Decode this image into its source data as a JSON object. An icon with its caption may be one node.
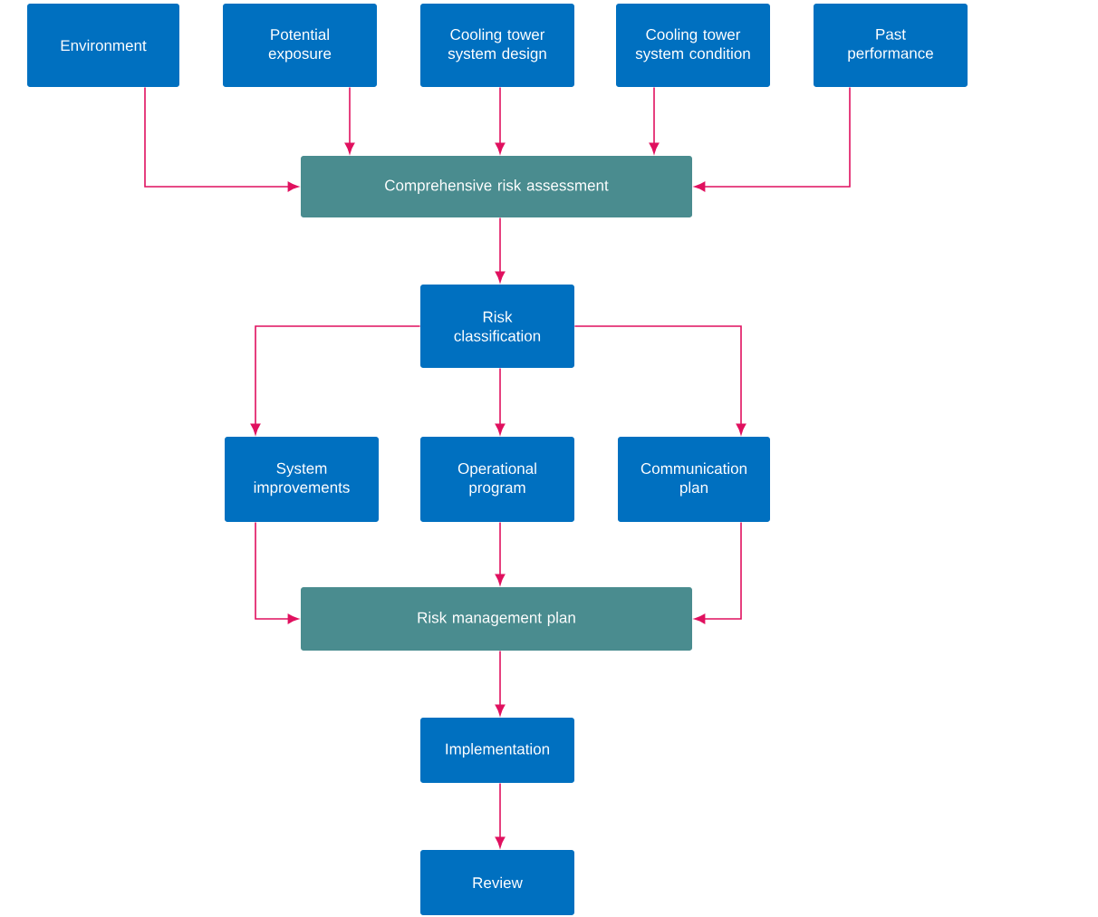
{
  "diagram": {
    "nodes": [
      {
        "text": [
          "Environment"
        ]
      },
      {
        "text": [
          "Potential exposure"
        ]
      },
      {
        "text": [
          "Cooling tower system design"
        ]
      },
      {
        "text": [
          "Cooling tower system condition"
        ]
      },
      {
        "text": [
          "Past performance"
        ]
      },
      {
        "text": [
          "Comprehensive risk assessment"
        ]
      },
      {
        "text": [
          "Risk classification"
        ]
      },
      {
        "text": [
          "System improvements"
        ]
      },
      {
        "text": [
          "Operational program"
        ]
      },
      {
        "text": [
          "Communication plan"
        ]
      },
      {
        "text": [
          "Risk management plan"
        ]
      },
      {
        "text": [
          "Implementation"
        ]
      },
      {
        "text": [
          "Review"
        ]
      }
    ],
    "edges": [
      {
        "from": 0,
        "to": 5,
        "arrow": "to"
      },
      {
        "from": 1,
        "to": 5,
        "arrow": "to"
      },
      {
        "from": 2,
        "to": 5,
        "arrow": "to"
      },
      {
        "from": 3,
        "to": 5,
        "arrow": "to"
      },
      {
        "from": 4,
        "to": 5,
        "arrow": "to"
      },
      {
        "from": 5,
        "to": 6,
        "arrow": "to"
      },
      {
        "from": 6,
        "to": 7,
        "arrow": "to"
      },
      {
        "from": 6,
        "to": 8,
        "arrow": "to"
      },
      {
        "from": 6,
        "to": 9,
        "arrow": "to"
      },
      {
        "from": 7,
        "to": 10,
        "arrow": "to"
      },
      {
        "from": 8,
        "to": 10,
        "arrow": "to"
      },
      {
        "from": 9,
        "to": 10,
        "arrow": "to"
      },
      {
        "from": 10,
        "to": 11,
        "arrow": "to"
      },
      {
        "from": 11,
        "to": 12,
        "arrow": "to"
      }
    ]
  }
}
